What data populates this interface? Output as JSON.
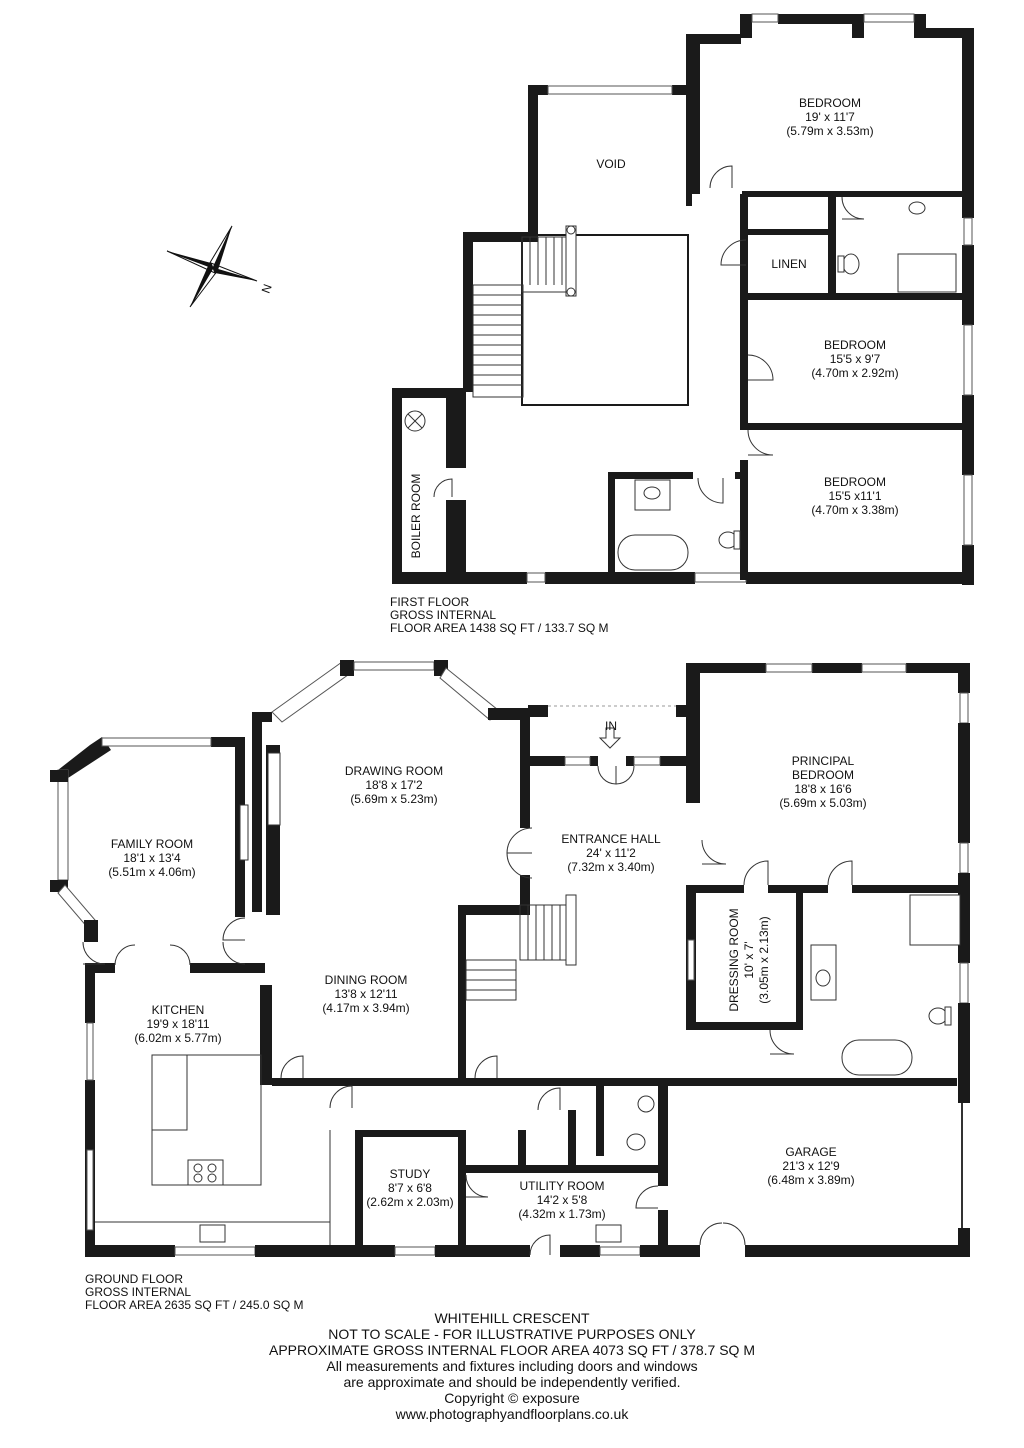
{
  "first_floor": {
    "rooms": {
      "bedroom1": {
        "name": "BEDROOM",
        "dim_imperial": "19' x 11'7",
        "dim_metric": "(5.79m x 3.53m)"
      },
      "void": {
        "name": "VOID"
      },
      "linen": {
        "name": "LINEN"
      },
      "bedroom2": {
        "name": "BEDROOM",
        "dim_imperial": "15'5 x 9'7",
        "dim_metric": "(4.70m x 2.92m)"
      },
      "bedroom3": {
        "name": "BEDROOM",
        "dim_imperial": "15'5 x11'1",
        "dim_metric": "(4.70m x 3.38m)"
      },
      "boiler": {
        "name": "BOILER ROOM"
      }
    },
    "caption": [
      "FIRST FLOOR",
      "GROSS INTERNAL",
      "FLOOR AREA 1438 SQ FT / 133.7 SQ M"
    ]
  },
  "ground_floor": {
    "rooms": {
      "family": {
        "name": "FAMILY ROOM",
        "dim_imperial": "18'1 x 13'4",
        "dim_metric": "(5.51m x 4.06m)"
      },
      "drawing": {
        "name": "DRAWING ROOM",
        "dim_imperial": "18'8 x 17'2",
        "dim_metric": "(5.69m x 5.23m)"
      },
      "entrance": {
        "name": "ENTRANCE HALL",
        "dim_imperial": "24' x 11'2",
        "dim_metric": "(7.32m x 3.40m)",
        "in_label": "IN"
      },
      "principal": {
        "name1": "PRINCIPAL",
        "name2": "BEDROOM",
        "dim_imperial": "18'8 x 16'6",
        "dim_metric": "(5.69m x 5.03m)"
      },
      "dressing": {
        "name": "DRESSING ROOM",
        "dim_imperial": "10' x 7'",
        "dim_metric": "(3.05m x 2.13m)"
      },
      "dining": {
        "name": "DINING ROOM",
        "dim_imperial": "13'8 x 12'11",
        "dim_metric": "(4.17m x 3.94m)"
      },
      "kitchen": {
        "name": "KITCHEN",
        "dim_imperial": "19'9 x 18'11",
        "dim_metric": "(6.02m x 5.77m)"
      },
      "study": {
        "name": "STUDY",
        "dim_imperial": "8'7 x 6'8",
        "dim_metric": "(2.62m x 2.03m)"
      },
      "utility": {
        "name": "UTILITY ROOM",
        "dim_imperial": "14'2 x 5'8",
        "dim_metric": "(4.32m x 1.73m)"
      },
      "garage": {
        "name": "GARAGE",
        "dim_imperial": "21'3 x 12'9",
        "dim_metric": "(6.48m x 3.89m)"
      }
    },
    "caption": [
      "GROUND FLOOR",
      "GROSS INTERNAL",
      "FLOOR AREA 2635 SQ FT / 245.0 SQ M"
    ]
  },
  "compass": {
    "label": "N"
  },
  "footer": [
    "WHITEHILL CRESCENT",
    "NOT TO SCALE - FOR ILLUSTRATIVE PURPOSES ONLY",
    "APPROXIMATE GROSS INTERNAL FLOOR AREA 4073 SQ FT / 378.7 SQ M",
    "All measurements and fixtures including doors and windows",
    "are approximate and should be independently verified.",
    "Copyright © exposure",
    "www.photographyandfloorplans.co.uk"
  ]
}
